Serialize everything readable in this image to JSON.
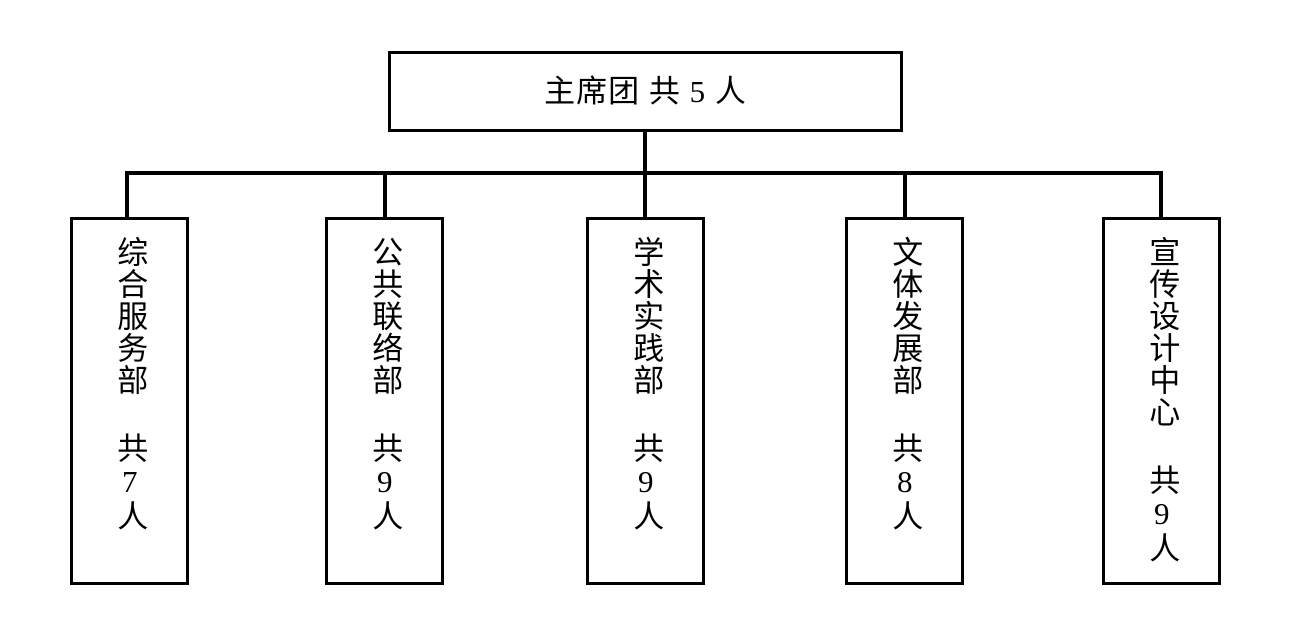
{
  "diagram": {
    "title_text": "主席团 共 5 人",
    "type": "organization-chart",
    "orientation": "top-down",
    "background_color": "#ffffff",
    "line_color": "#000000",
    "text_color": "#000000",
    "root": {
      "name": "主席团",
      "count_label": "共 5 人",
      "full_label": "主席团 共 5 人",
      "headcount": 5
    },
    "children": [
      {
        "name": "综合服务部",
        "count_label": "共 7 人",
        "full_label": "综合服务部  共7人",
        "headcount": 7
      },
      {
        "name": "公共联络部",
        "count_label": "共 9 人",
        "full_label": "公共联络部  共9人",
        "headcount": 9
      },
      {
        "name": "学术实践部",
        "count_label": "共 9 人",
        "full_label": "学术实践部  共9人",
        "headcount": 9
      },
      {
        "name": "文体发展部",
        "count_label": "共 8 人",
        "full_label": "文体发展部  共8人",
        "headcount": 8
      },
      {
        "name": "宣传设计中心",
        "count_label": "共 9 人",
        "full_label": "宣传设计中心  共9人",
        "headcount": 9
      }
    ]
  }
}
